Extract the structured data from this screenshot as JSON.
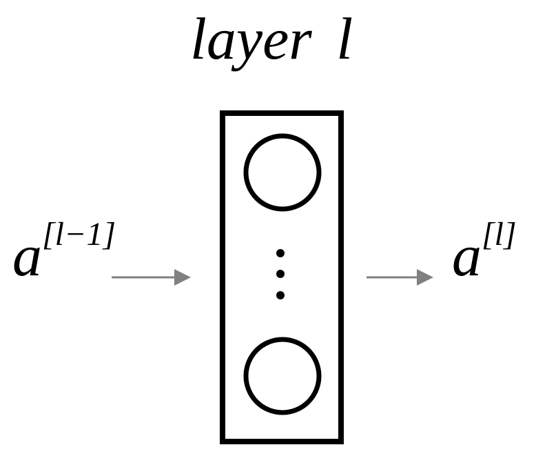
{
  "title": "layer l",
  "input_label": {
    "base": "a",
    "sup": "[l−1]"
  },
  "output_label": {
    "base": "a",
    "sup": "[l]"
  },
  "colors": {
    "box": "#000000",
    "arrow": "#808080"
  }
}
